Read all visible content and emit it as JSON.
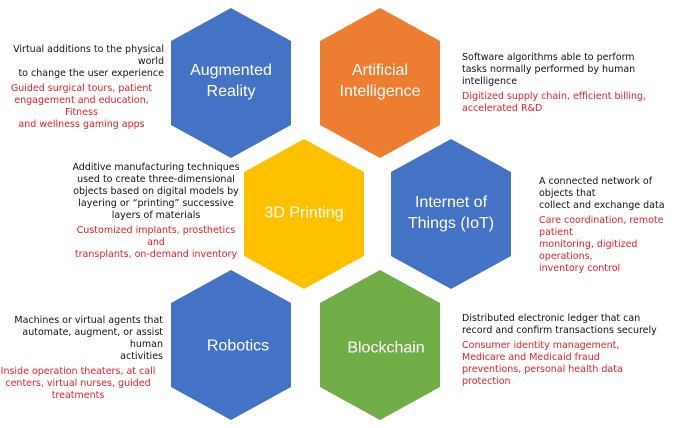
{
  "colors": {
    "augmented_reality": "#4472c4",
    "artificial_intelligence": "#ed7d31",
    "printing_3d": "#ffc000",
    "iot": "#4472c4",
    "robotics": "#4472c4",
    "blockchain": "#70ad47",
    "example_text": "#e8202a"
  },
  "hexagons": {
    "augmented_reality": {
      "label": "Augmented\nReality"
    },
    "artificial_intelligence": {
      "label": "Artificial\nIntelligence"
    },
    "printing_3d": {
      "label": "3D Printing"
    },
    "iot": {
      "label": "Internet of\nThings (IoT)"
    },
    "robotics": {
      "label": "Robotics"
    },
    "blockchain": {
      "label": "Blockchain"
    }
  },
  "descriptions": {
    "augmented_reality": {
      "text": "Virtual additions to the physical world\nto change the user experience",
      "examples": "Guided surgical tours, patient\nengagement and education, Fitness\nand wellness gaming apps"
    },
    "artificial_intelligence": {
      "text": "Software algorithms able to perform\ntasks normally performed by human\nintelligence",
      "examples": "Digitized supply chain, efficient billing,\naccelerated R&D"
    },
    "printing_3d": {
      "text": "Additive manufacturing techniques\nused to create three-dimensional\nobjects based on digital models by\nlayering or “printing” successive\nlayers of materials",
      "examples": "Customized implants, prosthetics and\ntransplants, on-demand inventory"
    },
    "iot": {
      "text": "A connected network of objects that\ncollect and exchange data",
      "examples": "Care coordination, remote patient\nmonitoring, digitized operations,\ninventory control"
    },
    "robotics": {
      "text": "Machines or virtual agents that\nautomate, augment, or assist human\nactivities",
      "examples": "Inside operation theaters, at call\ncenters, virtual nurses, guided\ntreatments"
    },
    "blockchain": {
      "text": "Distributed electronic ledger that can\nrecord and confirm transactions securely",
      "examples": "Consumer identity management,\nMedicare and Medicaid fraud\npreventions, personal health data\nprotection"
    }
  }
}
